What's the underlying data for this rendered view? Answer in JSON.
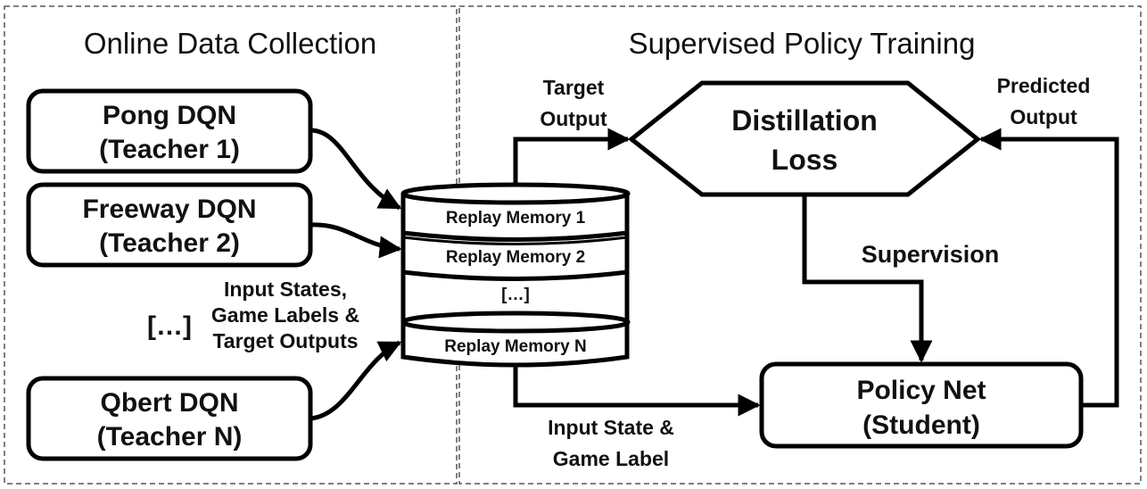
{
  "panels": {
    "left_title": "Online Data Collection",
    "right_title": "Supervised Policy Training"
  },
  "teachers": [
    {
      "line1": "Pong DQN",
      "line2": "(Teacher 1)"
    },
    {
      "line1": "Freeway DQN",
      "line2": "(Teacher 2)"
    },
    {
      "line1": "Qbert DQN",
      "line2": "(Teacher N)"
    }
  ],
  "teacher_ellipsis": "[…]",
  "collection_label": [
    "Input States,",
    "Game Labels &",
    "Target Outputs"
  ],
  "replay_memory": {
    "segments": [
      "Replay Memory 1",
      "Replay Memory 2",
      "[…]",
      "Replay Memory N"
    ]
  },
  "distillation": {
    "line1": "Distillation",
    "line2": "Loss"
  },
  "target_output_label": [
    "Target",
    "Output"
  ],
  "predicted_output_label": [
    "Predicted",
    "Output"
  ],
  "supervision_label": "Supervision",
  "student": {
    "line1": "Policy Net",
    "line2": "(Student)"
  },
  "input_label": [
    "Input State &",
    "Game Label"
  ],
  "colors": {
    "stroke": "#000000",
    "dashed_border": "#555555",
    "background": "#ffffff"
  }
}
